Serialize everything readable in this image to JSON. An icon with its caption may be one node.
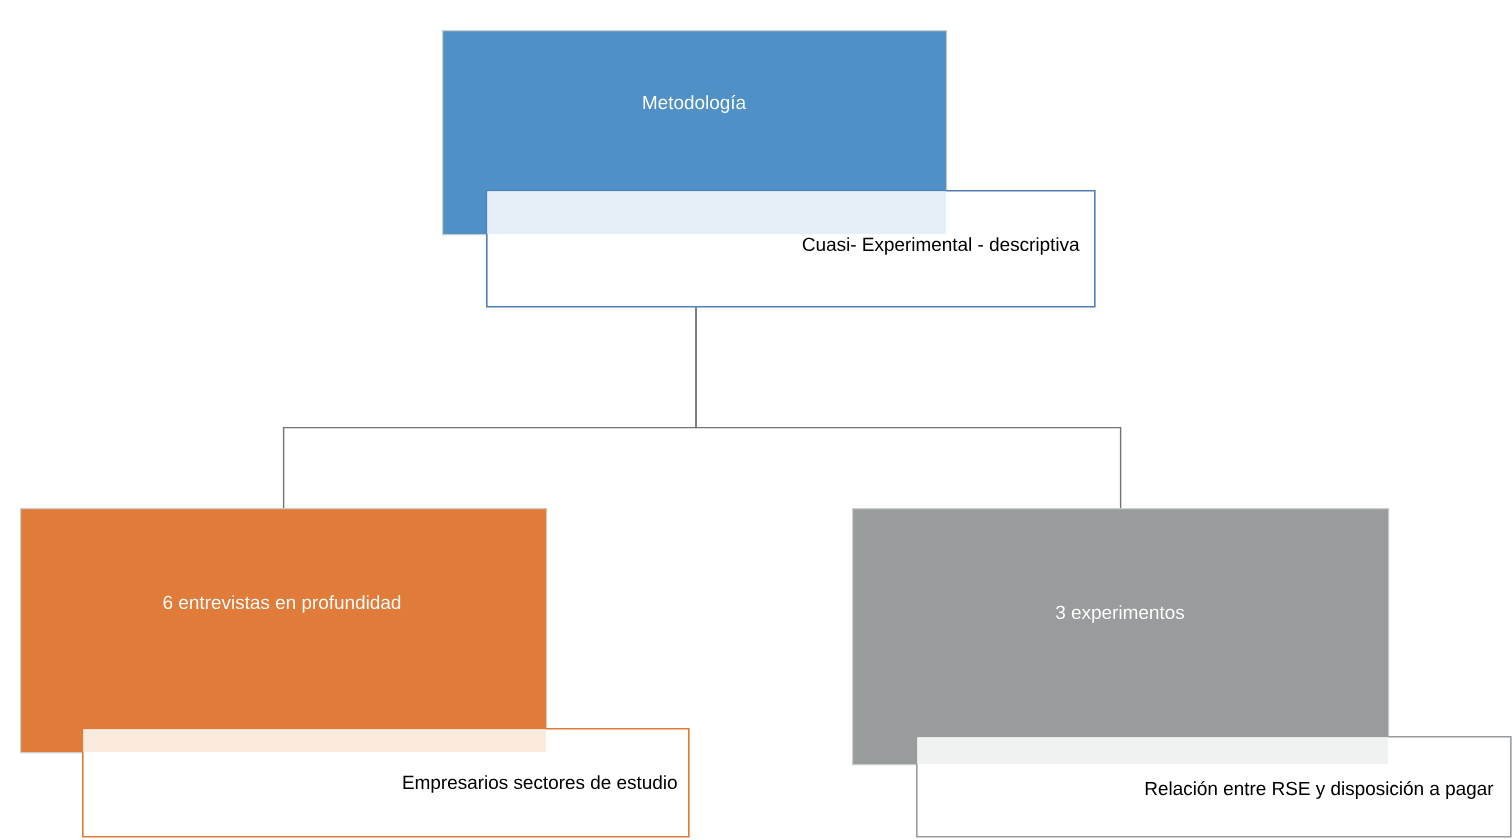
{
  "diagram": {
    "nodes": [
      {
        "text": [
          "Metodología"
        ]
      },
      {
        "text": [
          "Cuasi- Experimental - descriptiva"
        ]
      },
      {
        "text": [
          "6 entrevistas en profundidad"
        ]
      },
      {
        "text": [
          "Empresarios sectores de estudio"
        ]
      },
      {
        "text": [
          "3 experimentos"
        ]
      },
      {
        "text": [
          "Relación entre RSE y disposición a pagar"
        ]
      }
    ],
    "edges": [
      {
        "from": 1,
        "to": 2,
        "arrow": "none"
      },
      {
        "from": 1,
        "to": 4,
        "arrow": "none"
      }
    ]
  }
}
